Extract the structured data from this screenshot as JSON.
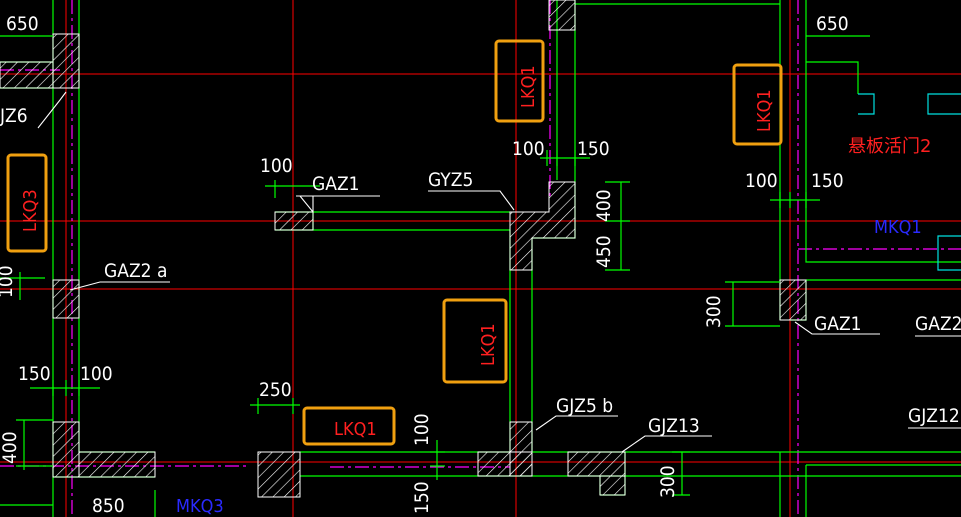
{
  "dimensions": {
    "d650_left": "650",
    "d650_right": "650",
    "d100_a": "100",
    "d100_b": "100",
    "d100_c": "100",
    "d100_d": "100",
    "d100_left_edge": "100",
    "d150_a": "150",
    "d150_b": "150",
    "d150_c": "150",
    "d150_bottom": "150",
    "d100_bottom": "100",
    "d400_a": "400",
    "d450": "450",
    "d300_a": "300",
    "d300_b": "300",
    "d250": "250",
    "d400_left": "400",
    "d850": "850"
  },
  "component_labels": {
    "jz6": "JZ6",
    "gaz1_a": "GAZ1",
    "gyz5": "GYZ5",
    "gaz2a": "GAZ2 a",
    "gaz1_b": "GAZ1",
    "gaz2_right": "GAZ2",
    "gjz5b": "GJZ5 b",
    "gjz13": "GJZ13",
    "gjz12": "GJZ12"
  },
  "wall_tags": {
    "lkq1_top": "LKQ1",
    "lkq1_right": "LKQ1",
    "lkq3": "LKQ3",
    "lkq1_mid": "LKQ1",
    "lkq1_bottom": "LKQ1"
  },
  "other_labels": {
    "door": "悬板活门2",
    "mkq1": "MKQ1",
    "mkq3": "MKQ3"
  },
  "colors": {
    "background": "#000000",
    "wall": "#00ff00",
    "axis": "#ff0000",
    "highlight_box": "#f0a010",
    "centerline": "#ff00ff",
    "opening": "#00e0e0"
  }
}
